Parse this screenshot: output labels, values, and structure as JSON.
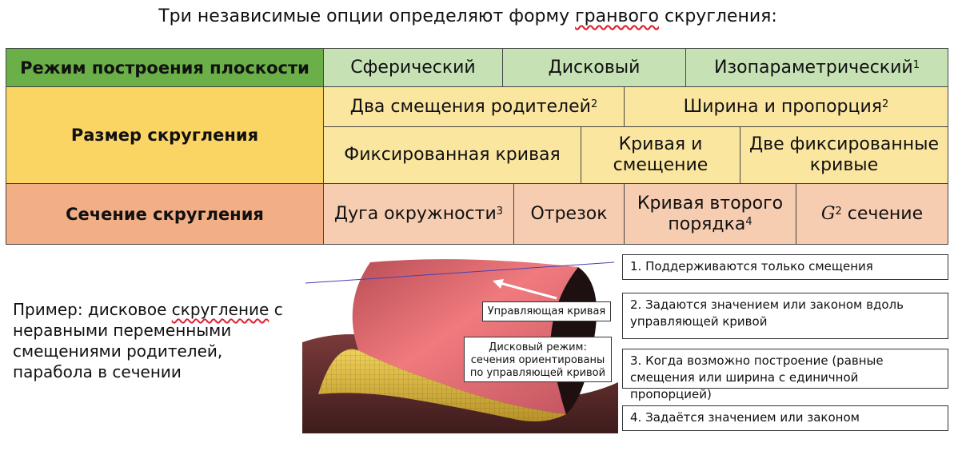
{
  "title": {
    "before": "Три независимые опции определяют форму ",
    "underlined": "гранвого",
    "after": " скругления:"
  },
  "table": {
    "plane_mode": {
      "header": "Режим построения плоскости",
      "spherical": "Сферический",
      "disc": "Дисковый",
      "isoparam": "Изопараметрический",
      "isoparam_sup": "1"
    },
    "size": {
      "header": "Размер скругления",
      "two_offsets": "Два смещения родителей",
      "two_offsets_sup": "2",
      "width_ratio": "Ширина и пропорция",
      "width_ratio_sup": "2",
      "fixed_curve": "Фиксированная кривая",
      "curve_offset": "Кривая и смещение",
      "two_fixed_curves": "Две фиксированные кривые"
    },
    "section": {
      "header": "Сечение скругления",
      "arc": "Дуга окружности",
      "arc_sup": "3",
      "segment": "Отрезок",
      "conic": "Кривая второго порядка",
      "conic_sup": "4",
      "g2_symbol": "G",
      "g2_sup": "2",
      "g2_text": "сечение"
    }
  },
  "example": {
    "part1": "Пример: дисковое ",
    "underlined": "скругление",
    "part2": " с неравными переменными смещениями родителей, парабола в сечении"
  },
  "callouts": {
    "control_curve": "Управляющая кривая",
    "disc_mode": "Дисковый режим: сечения ориентированы по управляющей кривой"
  },
  "notes": [
    "1. Поддерживаются только смещения",
    "2. Задаются значением или законом вдоль управляющей кривой",
    "3. Когда возможно построение (равные смещения или ширина с единичной пропорцией)",
    "4. Задаётся значением или законом"
  ],
  "colors": {
    "green_header": "#6aaf48",
    "green_cell": "#c6e2b4",
    "yellow_header": "#fbd564",
    "yellow_cell": "#fbe6a0",
    "orange_header": "#f2ae84",
    "orange_cell": "#f7cdb2"
  }
}
